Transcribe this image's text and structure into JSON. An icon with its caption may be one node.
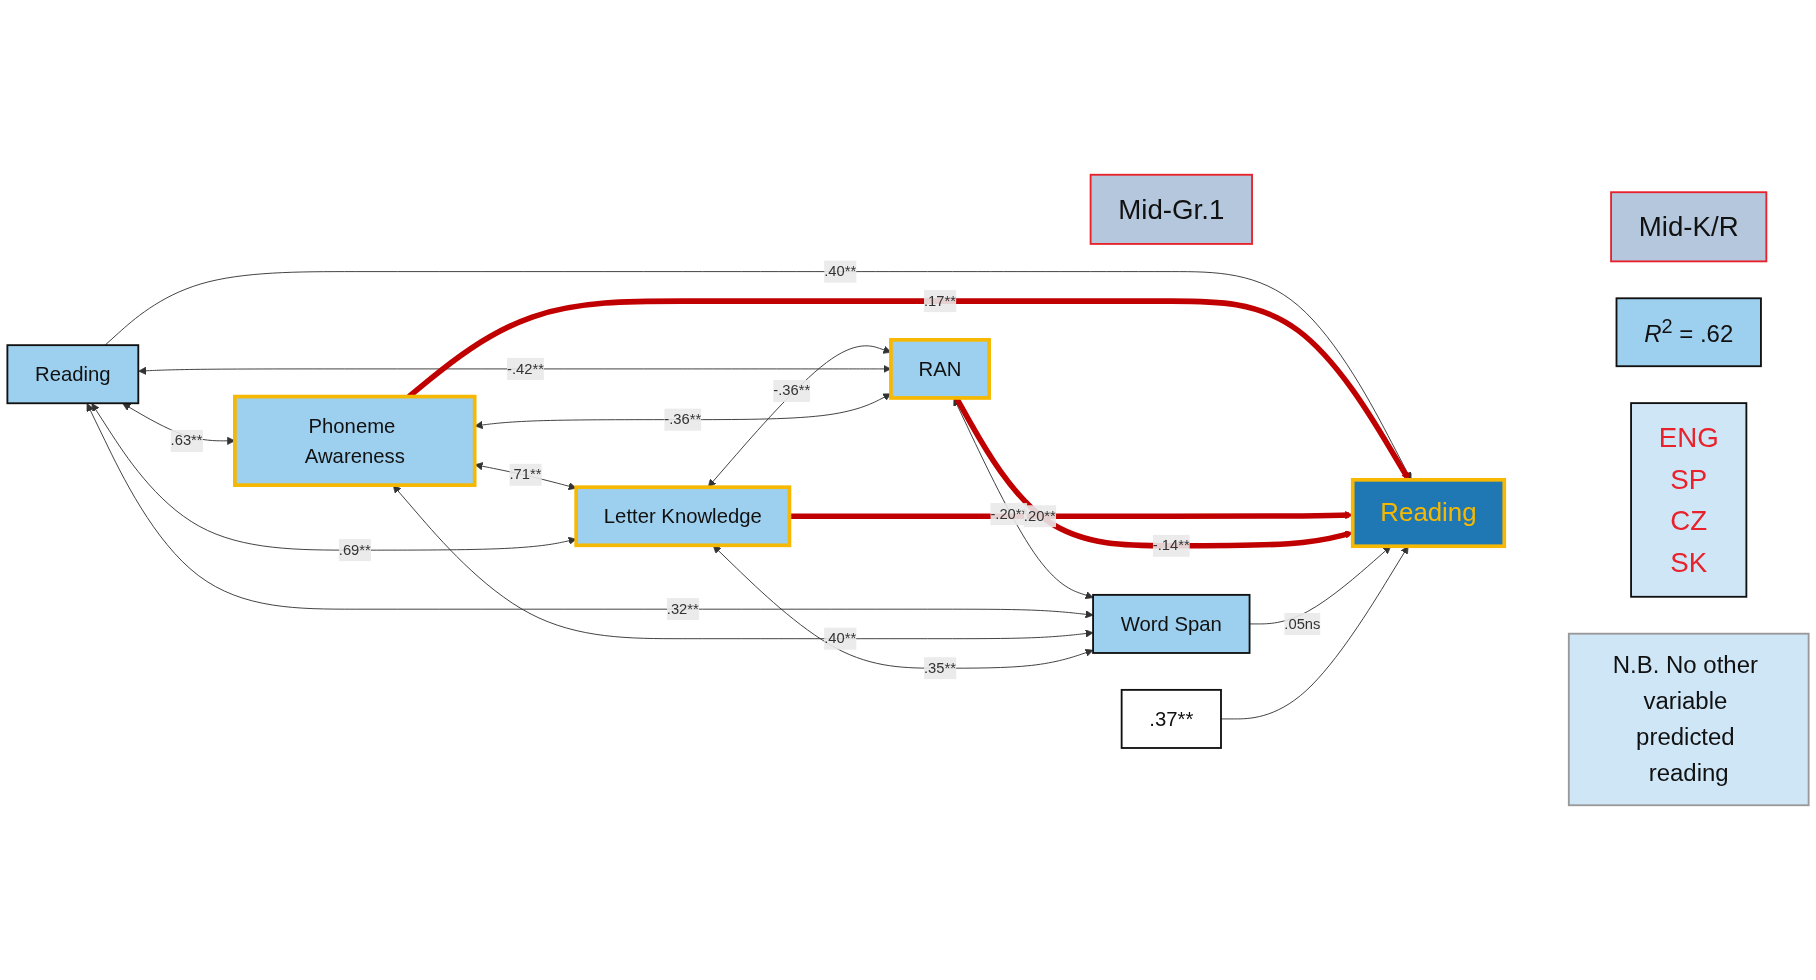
{
  "diagram": {
    "nodes": [
      {
        "text": [
          "Mid-K/R"
        ]
      },
      {
        "text": [
          "Reading"
        ]
      },
      {
        "text": [
          "Mid-Gr.1"
        ]
      },
      {
        "text": [
          "*R*$^{2}$ = .62"
        ]
      },
      {
        "text": [
          "Phoneme Awareness"
        ]
      },
      {
        "text": [
          ".37**"
        ]
      },
      {
        "text": [
          "Letter Knowledge"
        ]
      },
      {
        "text": [
          "Reading"
        ]
      },
      {
        "text": [
          "ENG",
          "SP",
          "CZ",
          "SK"
        ]
      },
      {
        "text": [
          "RAN"
        ]
      },
      {
        "text": [
          "Word Span"
        ]
      },
      {
        "text": [
          "N.B. No other variable predicted reading"
        ]
      }
    ],
    "edges": [
      {
        "from": 1,
        "to": 4,
        "arrow": "both",
        "label": ".63**"
      },
      {
        "from": 4,
        "to": 6,
        "arrow": "both",
        "label": ".71**"
      },
      {
        "from": 6,
        "to": 9,
        "arrow": "both",
        "label": "-.36**"
      },
      {
        "from": 9,
        "to": 10,
        "arrow": "both",
        "label": "-.20**"
      },
      {
        "from": 1,
        "to": 6,
        "arrow": "both",
        "label": ".69**"
      },
      {
        "from": 1,
        "to": 9,
        "arrow": "both",
        "label": "-.42**"
      },
      {
        "from": 1,
        "to": 10,
        "arrow": "both",
        "label": ".32**"
      },
      {
        "from": 4,
        "to": 9,
        "arrow": "both",
        "label": "-.36**"
      },
      {
        "from": 4,
        "to": 10,
        "arrow": "both",
        "label": ".40**"
      },
      {
        "from": 6,
        "to": 10,
        "arrow": "both",
        "label": ".35**"
      },
      {
        "from": 1,
        "to": 7,
        "arrow": "to",
        "label": ".40**"
      },
      {
        "from": 4,
        "to": 7,
        "arrow": "to",
        "label": ".17**",
        "style": "thick",
        "color": "#c00000"
      },
      {
        "from": 6,
        "to": 7,
        "arrow": "to",
        "label": ".20**",
        "style": "thick",
        "color": "#c00000"
      },
      {
        "from": 9,
        "to": 7,
        "arrow": "to",
        "label": "-.14**",
        "style": "thick",
        "color": "#c00000"
      },
      {
        "from": 10,
        "to": 7,
        "arrow": "to",
        "label": ".05ns"
      },
      {
        "from": 5,
        "to": 7,
        "arrow": "to"
      }
    ]
  }
}
